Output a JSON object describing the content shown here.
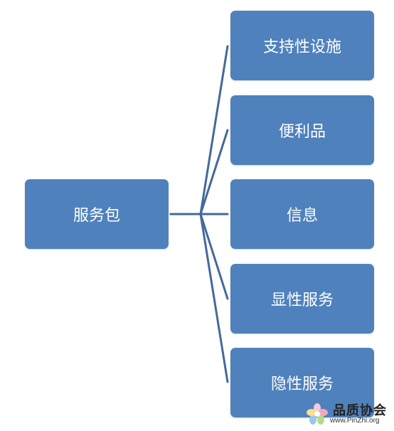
{
  "root": {
    "label": "服务包"
  },
  "children": [
    {
      "label": "支持性设施"
    },
    {
      "label": "便利品"
    },
    {
      "label": "信息"
    },
    {
      "label": "显性服务"
    },
    {
      "label": "隐性服务"
    }
  ],
  "colors": {
    "node_fill": "#4f81bd",
    "connector": "#44699b",
    "text": "#ffffff"
  },
  "watermark": {
    "title": "品质协会",
    "url": "www.PinZhi.org"
  }
}
